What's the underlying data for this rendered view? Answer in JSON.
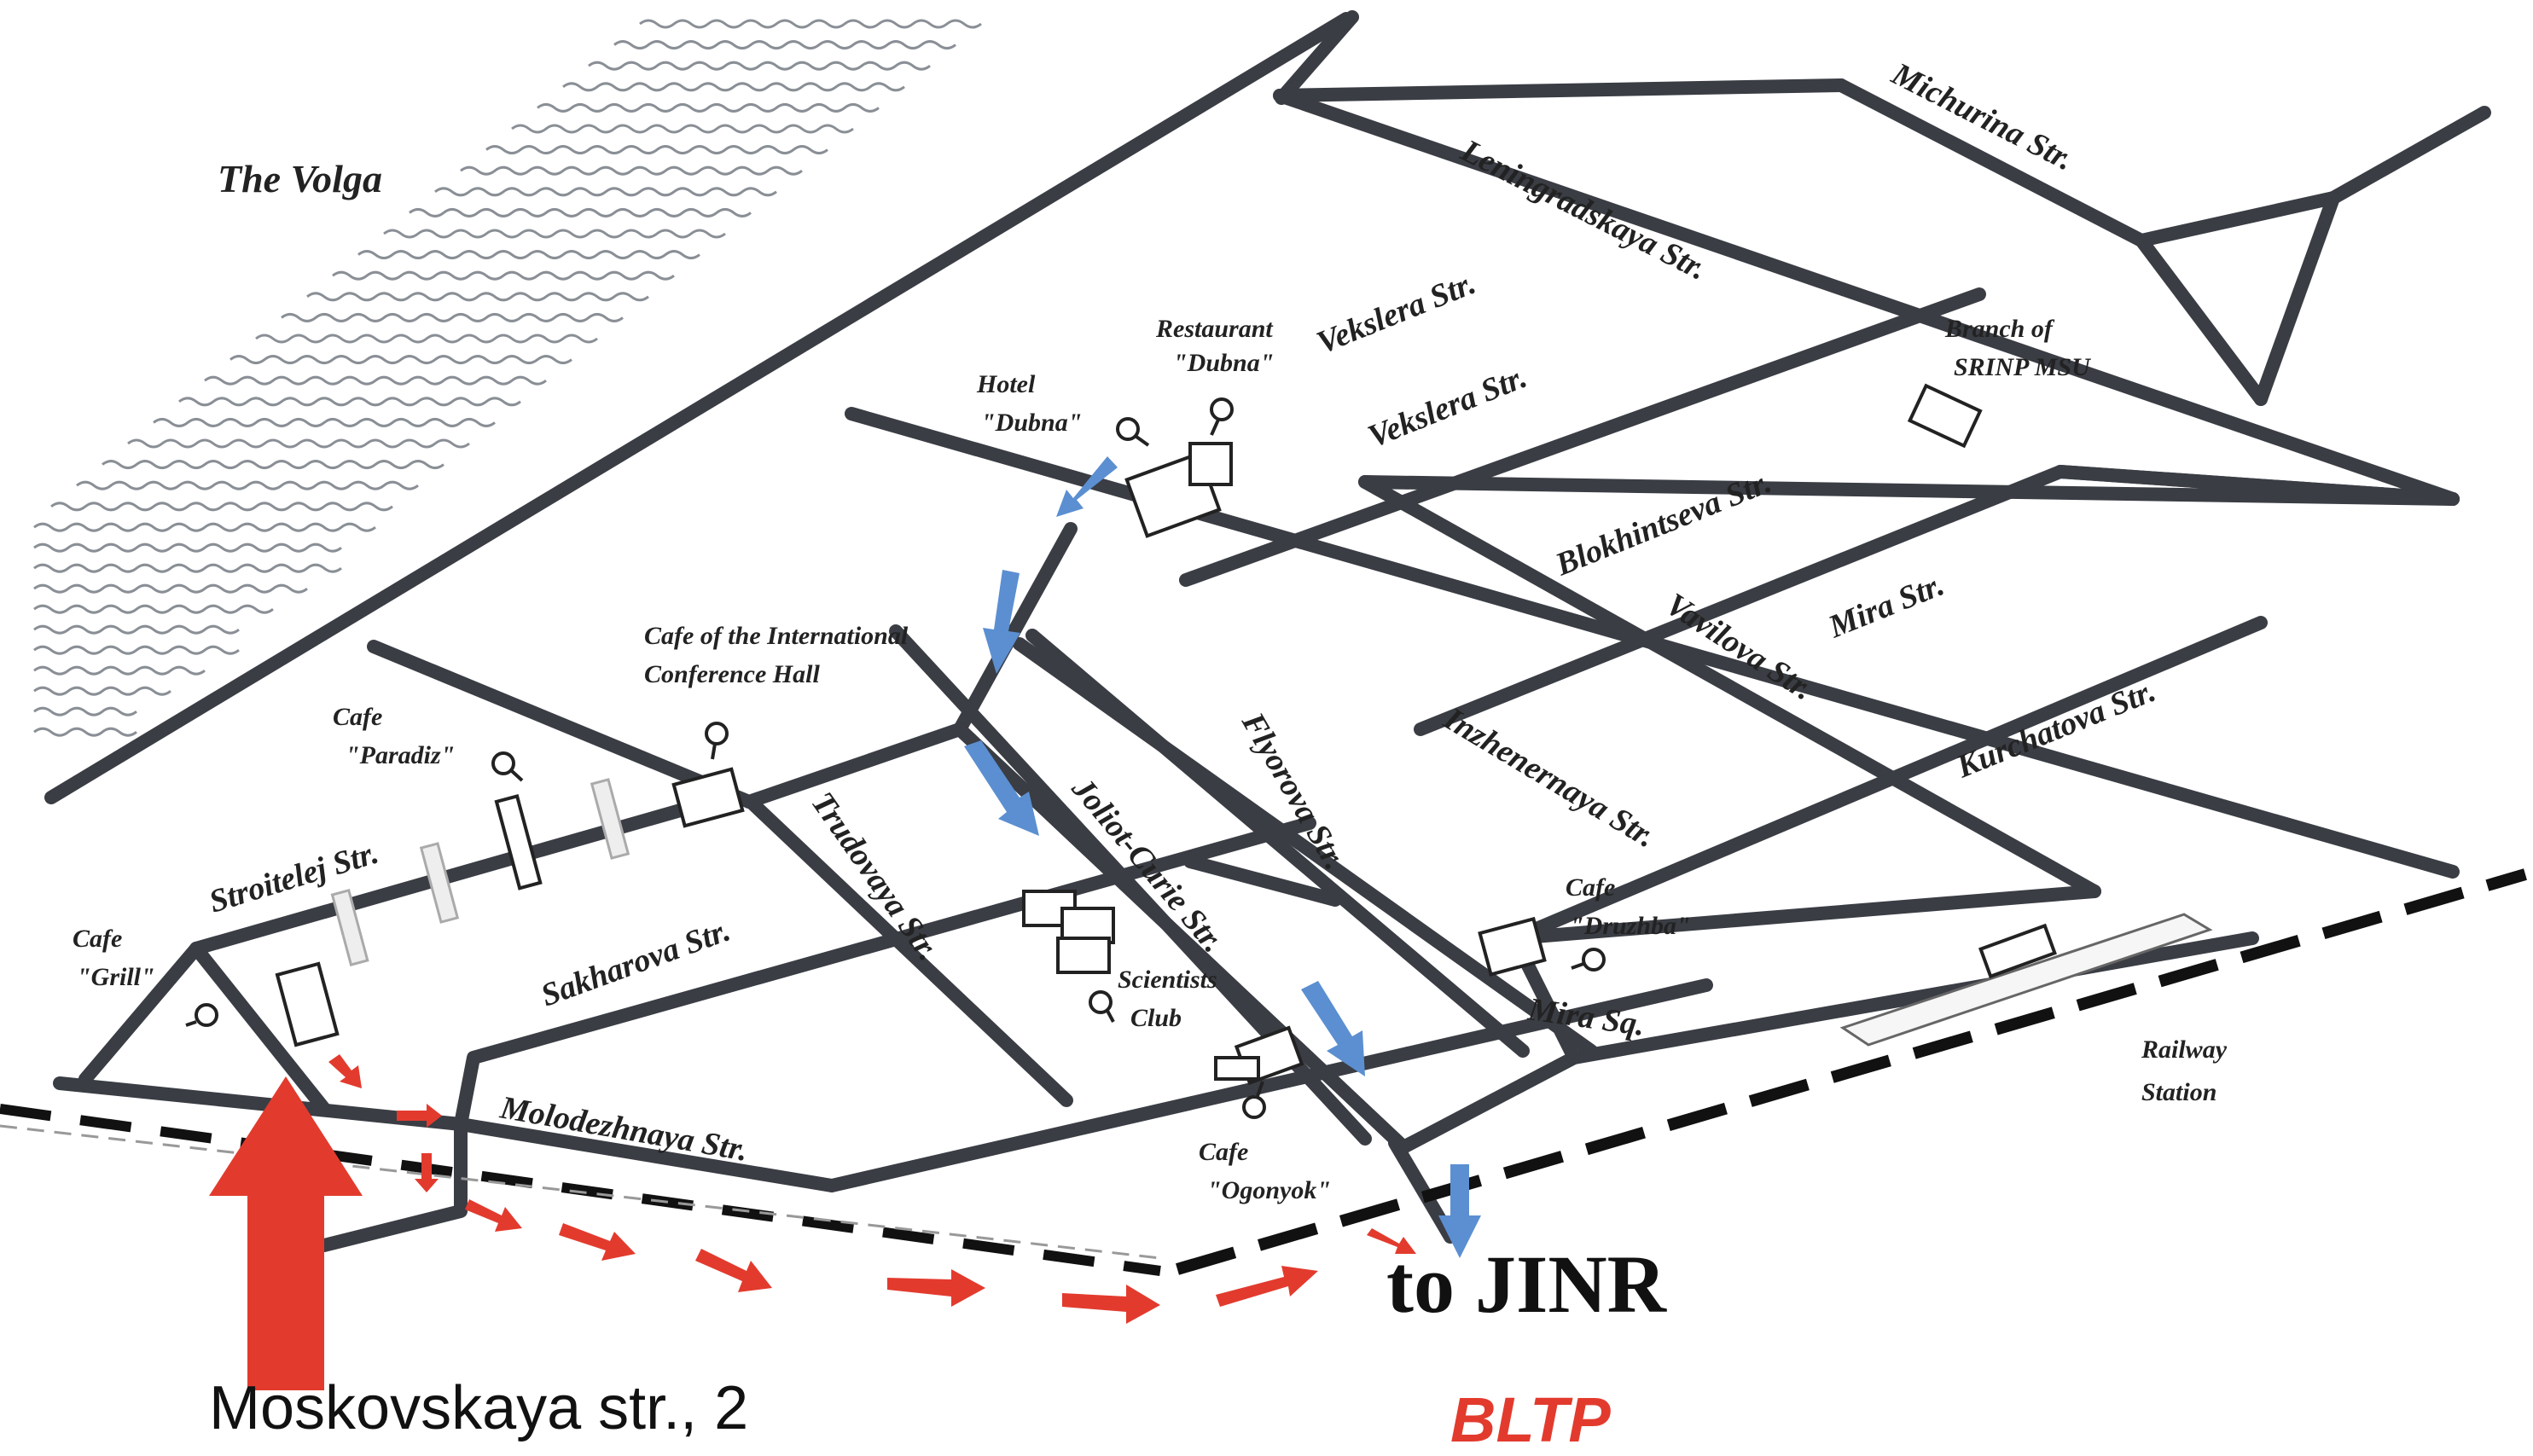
{
  "map": {
    "river": "The Volga",
    "streets": [
      "Michurina Str.",
      "Leningradskaya Str.",
      "Vekslera Str.",
      "Vekslera Str.",
      "Blokhintseva Str.",
      "Mira Str.",
      "Vavilova Str.",
      "Kurchatova Str.",
      "Inzhenernaya Str.",
      "Flyorova Str.",
      "Joliot-Curie Str.",
      "Trudovaya Str.",
      "Stroitelej Str.",
      "Sakharova Str.",
      "Molodezhnaya Str.",
      "Mira Sq."
    ],
    "places": [
      "Restaurant",
      "\"Dubna\"",
      "Hotel",
      "\"Dubna\"",
      "Branch of",
      "SRINP MSU",
      "Cafe of the International",
      "Conference Hall",
      "Cafe",
      "\"Paradiz\"",
      "Cafe",
      "\"Grill\"",
      "Cafe",
      "\"Druzhba\"",
      "Scientists",
      "Club",
      "Cafe",
      "\"Ogonyok\"",
      "Railway",
      "Station"
    ],
    "destination": "to JINR",
    "address": "Moskovskaya str., 2",
    "institute": "BLTP",
    "colors": {
      "road": "#3a3d44",
      "walking_route": "#5b8fd1",
      "driving_route": "#e23b2e",
      "institute_label": "#e23b2e"
    },
    "icons": [
      "location-pin-icon",
      "building-icon",
      "railway-icon",
      "route-arrow-icon"
    ]
  }
}
